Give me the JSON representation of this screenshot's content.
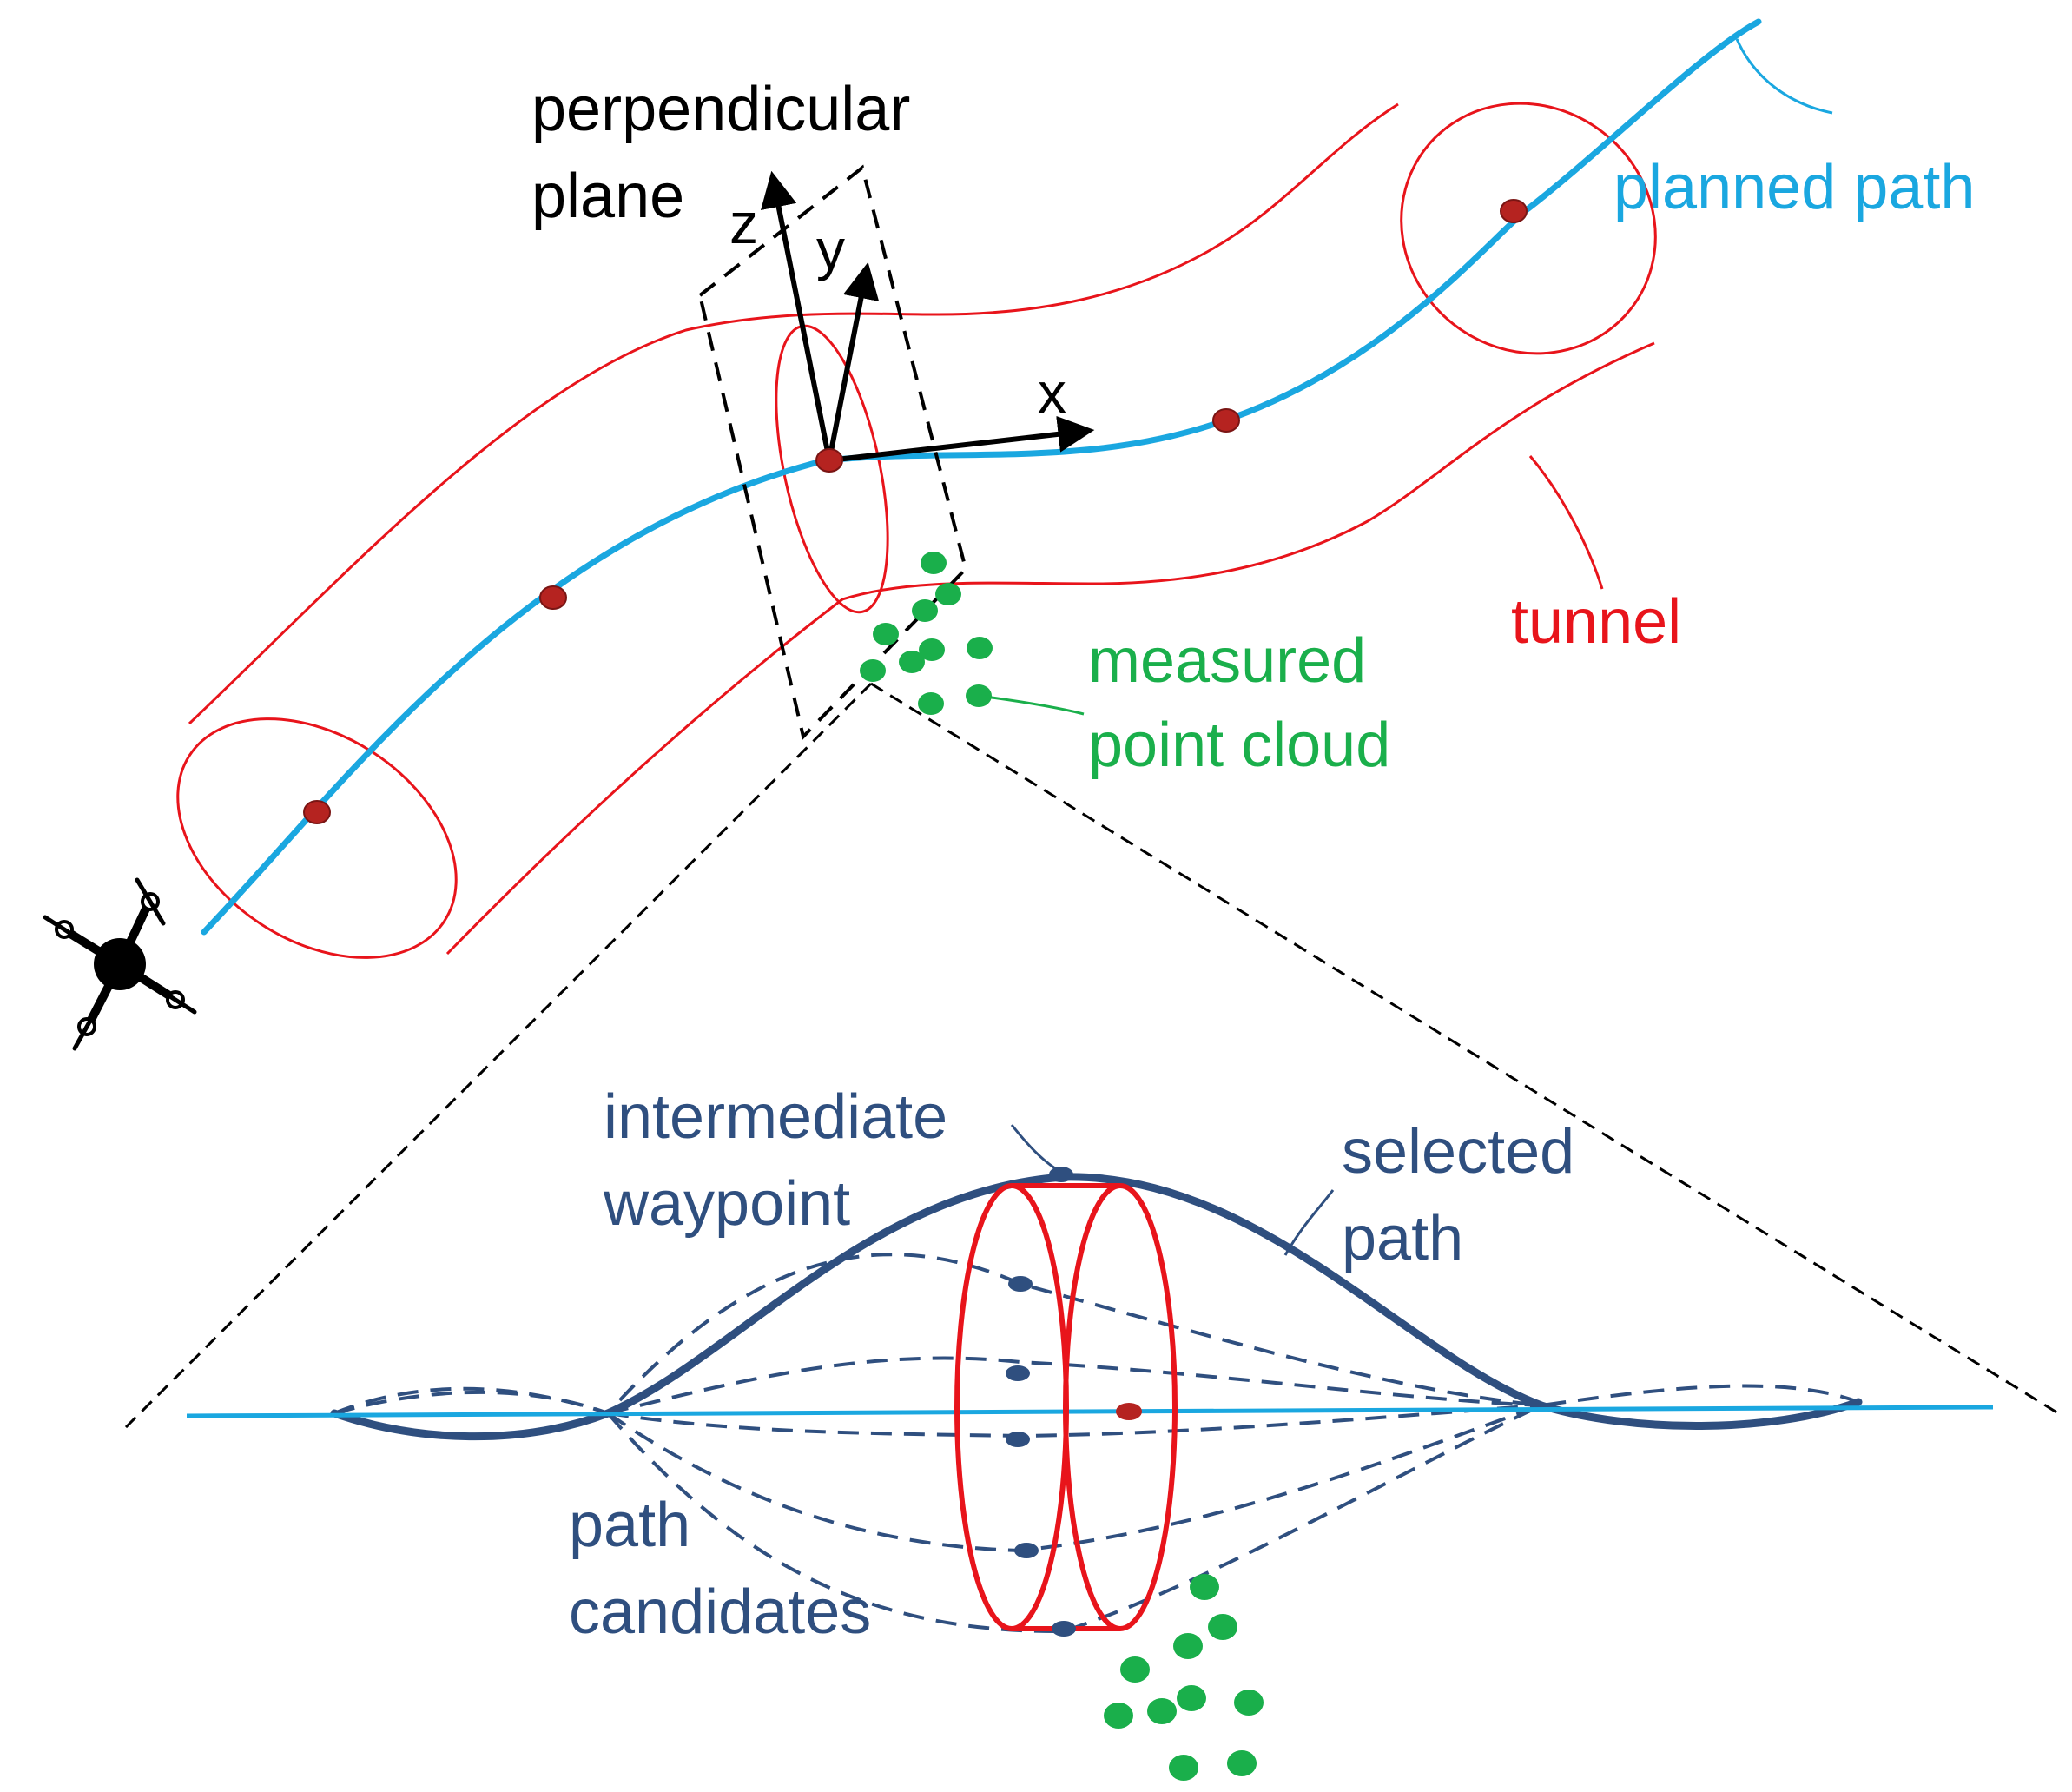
{
  "labels": {
    "perpendicular_plane": [
      "perpendicular",
      "plane"
    ],
    "planned_path": "planned path",
    "tunnel": "tunnel",
    "measured_point_cloud": [
      "measured",
      "point cloud"
    ],
    "intermediate_waypoint": [
      "intermediate",
      "waypoint"
    ],
    "selected_path": [
      "selected",
      "path"
    ],
    "path_candidates": [
      "path",
      "candidates"
    ]
  },
  "axes": {
    "x": "x",
    "y": "y",
    "z": "z"
  },
  "colors": {
    "planned_path": "#1aa7e0",
    "tunnel": "#e8141b",
    "point_cloud": "#1aaf4b",
    "candidate": "#2f4f7f",
    "waypoint": "#b52320",
    "text": "#000000"
  },
  "icons": [
    "quadcopter-drone-icon"
  ]
}
